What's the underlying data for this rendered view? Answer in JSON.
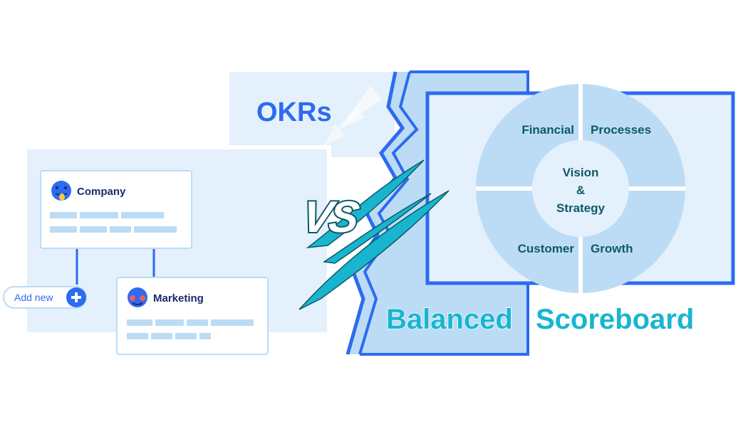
{
  "okrs": {
    "title": "OKRs",
    "cards": [
      {
        "label": "Company",
        "avatar": "tongue-out-face-icon"
      },
      {
        "label": "Marketing",
        "avatar": "blushing-face-icon"
      }
    ],
    "add_new_label": "Add new"
  },
  "vs_label": "VS",
  "balanced_scorecard": {
    "title_word_1": "Balanced",
    "title_word_2": "Scoreboard",
    "quadrants": [
      "Financial",
      "Processes",
      "Customer",
      "Growth"
    ],
    "center": [
      "Vision",
      "&",
      "Strategy"
    ]
  },
  "colors": {
    "blue": "#2d6bf0",
    "pale_blue": "#e4f0fb",
    "light_blue": "#bcdcf6",
    "teal": "#19b5cf",
    "dark_teal": "#0d5a66",
    "navy": "#1a2a6c",
    "bar": "#bcdcf6"
  }
}
